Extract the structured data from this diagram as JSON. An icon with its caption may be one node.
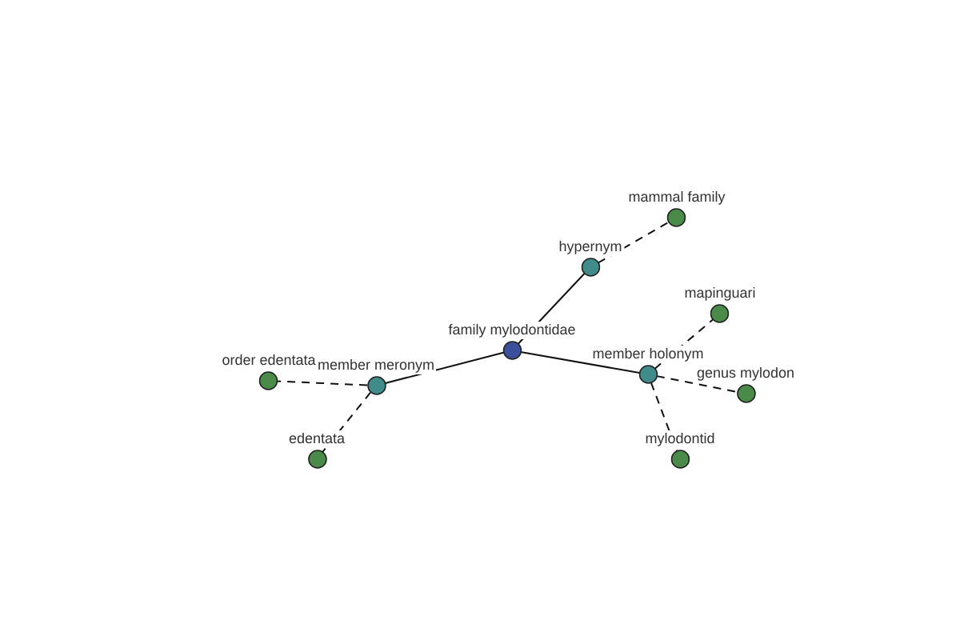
{
  "diagram": {
    "nodes": [
      {
        "text": [
          "family mylodontidae"
        ]
      },
      {
        "text": [
          "hypernym"
        ]
      },
      {
        "text": [
          "mammal family"
        ]
      },
      {
        "text": [
          "member meronym"
        ]
      },
      {
        "text": [
          "order edentata"
        ]
      },
      {
        "text": [
          "edentata"
        ]
      },
      {
        "text": [
          "member holonym"
        ]
      },
      {
        "text": [
          "mapinguari"
        ]
      },
      {
        "text": [
          "genus mylodon"
        ]
      },
      {
        "text": [
          "mylodontid"
        ]
      }
    ],
    "edges": [
      {
        "from": 0,
        "to": 1,
        "arrow": "none"
      },
      {
        "from": 0,
        "to": 3,
        "arrow": "none"
      },
      {
        "from": 0,
        "to": 6,
        "arrow": "none"
      },
      {
        "from": 1,
        "to": 2,
        "arrow": "none",
        "style": "dashed"
      },
      {
        "from": 3,
        "to": 4,
        "arrow": "none",
        "style": "dashed"
      },
      {
        "from": 3,
        "to": 5,
        "arrow": "none",
        "style": "dashed"
      },
      {
        "from": 6,
        "to": 7,
        "arrow": "none",
        "style": "dashed"
      },
      {
        "from": 6,
        "to": 8,
        "arrow": "none",
        "style": "dashed"
      },
      {
        "from": 6,
        "to": 9,
        "arrow": "none",
        "style": "dashed"
      }
    ]
  }
}
